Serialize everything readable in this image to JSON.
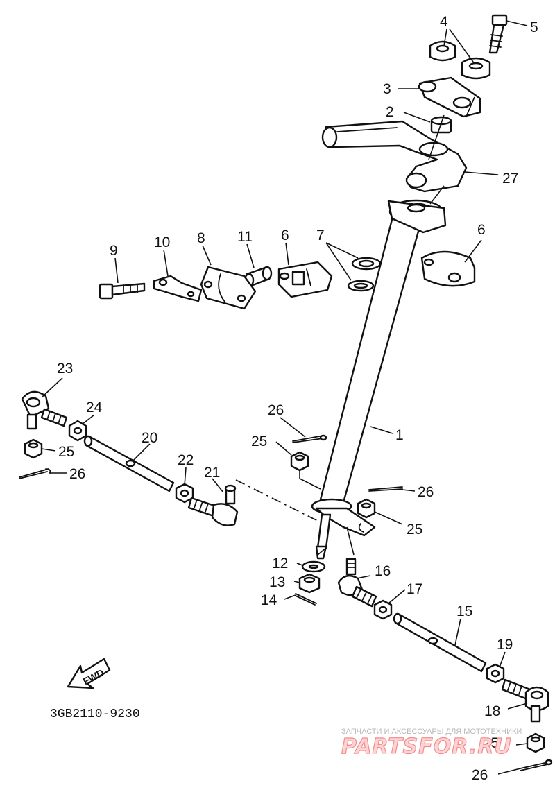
{
  "diagram_code": "3GB2110-9230",
  "fwd_label": "FWD",
  "watermark": {
    "caption": "ЗАПЧАСТИ И АКСЕССУАРЫ ДЛЯ МОТОТЕХНИКИ",
    "brand": "PARTSFOR.RU",
    "accent_color": "#e05050"
  },
  "callouts": {
    "c1": "1",
    "c2": "2",
    "c3": "3",
    "c4": "4",
    "c5": "5",
    "c6a": "6",
    "c6b": "6",
    "c7": "7",
    "c8": "8",
    "c9": "9",
    "c10": "10",
    "c11": "11",
    "c12": "12",
    "c13": "13",
    "c14": "14",
    "c15": "15",
    "c16": "16",
    "c17": "17",
    "c18": "18",
    "c19": "19",
    "c20": "20",
    "c21": "21",
    "c22": "22",
    "c23": "23",
    "c24": "24",
    "c25a": "25",
    "c25b": "25",
    "c25c": "25",
    "c25d": "25",
    "c26a": "26",
    "c26b": "26",
    "c26c": "26",
    "c26d": "26",
    "c27": "27"
  },
  "line_color": "#111111",
  "background_color": "#ffffff"
}
